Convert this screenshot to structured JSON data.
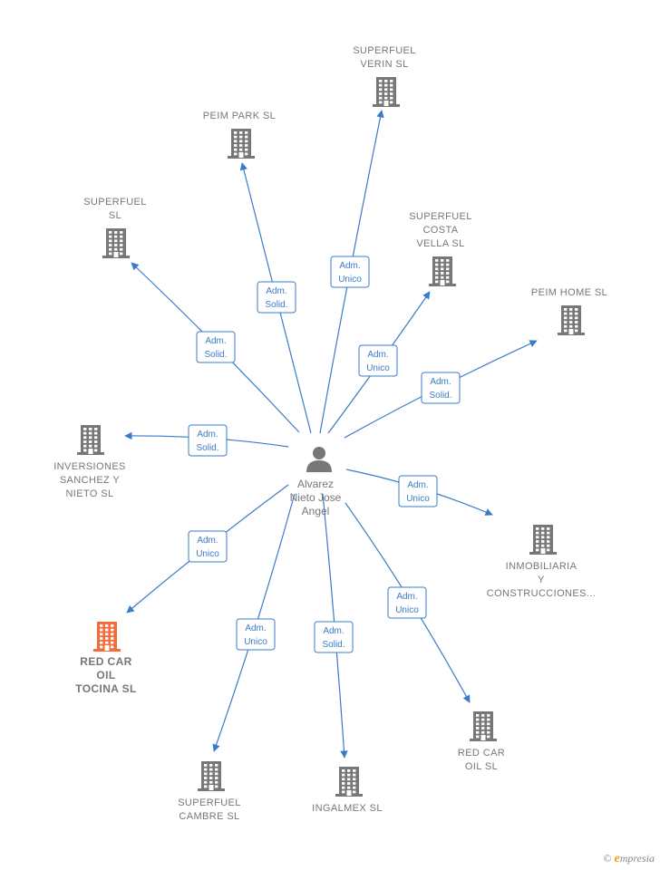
{
  "center": {
    "name_lines": [
      "Alvarez",
      "Nieto Jose",
      "Angel"
    ],
    "icon": "person-icon"
  },
  "companies": [
    {
      "id": "superfuel-verin",
      "lines": [
        "SUPERFUEL",
        "VERIN  SL"
      ],
      "role": [
        "Adm.",
        "Unico"
      ],
      "highlight": false
    },
    {
      "id": "peim-park",
      "lines": [
        "PEIM PARK  SL"
      ],
      "role": [
        "Adm.",
        "Solid."
      ],
      "highlight": false
    },
    {
      "id": "superfuel-sl",
      "lines": [
        "SUPERFUEL",
        "SL"
      ],
      "role": [
        "Adm.",
        "Solid."
      ],
      "highlight": false
    },
    {
      "id": "superfuel-costa-vella",
      "lines": [
        "SUPERFUEL",
        "COSTA",
        "VELLA  SL"
      ],
      "role": [
        "Adm.",
        "Unico"
      ],
      "highlight": false
    },
    {
      "id": "peim-home",
      "lines": [
        "PEIM HOME  SL"
      ],
      "role": [
        "Adm.",
        "Solid."
      ],
      "highlight": false
    },
    {
      "id": "inversiones-sanchez",
      "lines": [
        "INVERSIONES",
        "SANCHEZ Y",
        "NIETO SL"
      ],
      "role": [
        "Adm.",
        "Solid."
      ],
      "highlight": false
    },
    {
      "id": "inmobiliaria",
      "lines": [
        "INMOBILIARIA",
        "Y",
        "CONSTRUCCIONES..."
      ],
      "role": [
        "Adm.",
        "Unico"
      ],
      "highlight": false
    },
    {
      "id": "red-car-oil-tocina",
      "lines": [
        "RED CAR",
        "OIL",
        "TOCINA  SL"
      ],
      "role": [
        "Adm.",
        "Unico"
      ],
      "highlight": true
    },
    {
      "id": "superfuel-cambre",
      "lines": [
        "SUPERFUEL",
        "CAMBRE  SL"
      ],
      "role": [
        "Adm.",
        "Unico"
      ],
      "highlight": false
    },
    {
      "id": "ingalmex",
      "lines": [
        "INGALMEX  SL"
      ],
      "role": [
        "Adm.",
        "Solid."
      ],
      "highlight": false
    },
    {
      "id": "red-car-oil",
      "lines": [
        "RED CAR",
        "OIL  SL"
      ],
      "role": [
        "Adm.",
        "Unico"
      ],
      "highlight": false
    }
  ],
  "colors": {
    "edge": "#3a7bc8",
    "building": "#777777",
    "highlight": "#f26b3a",
    "person": "#777777"
  },
  "brand": {
    "copyright": "©",
    "e": "e",
    "rest": "mpresia"
  }
}
